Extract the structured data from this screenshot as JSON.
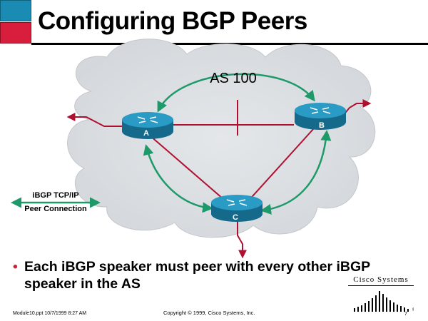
{
  "title": "Configuring BGP Peers",
  "as_label": "AS 100",
  "routers": [
    {
      "id": "A",
      "label": "A"
    },
    {
      "id": "B",
      "label": "B"
    },
    {
      "id": "C",
      "label": "C"
    }
  ],
  "legend": {
    "line1": "iBGP TCP/IP",
    "line2": "Peer Connection"
  },
  "bullet": "Each iBGP speaker must peer with every other iBGP speaker in the AS",
  "footer": {
    "left": "Module10.ppt    10/7/1999 8:27 AM",
    "center": "Copyright © 1999, Cisco Systems, Inc.",
    "page": "7"
  },
  "logo": {
    "text": "Cisco Systems",
    "color": "#000000"
  },
  "colors": {
    "title_square_top": "#1a8cb4",
    "title_square_bottom": "#d81e3c",
    "cloud": "#dde0e3",
    "physical_link": "#b01030",
    "peer_connection": "#1e9a6a",
    "router": "#1b7fa3"
  }
}
